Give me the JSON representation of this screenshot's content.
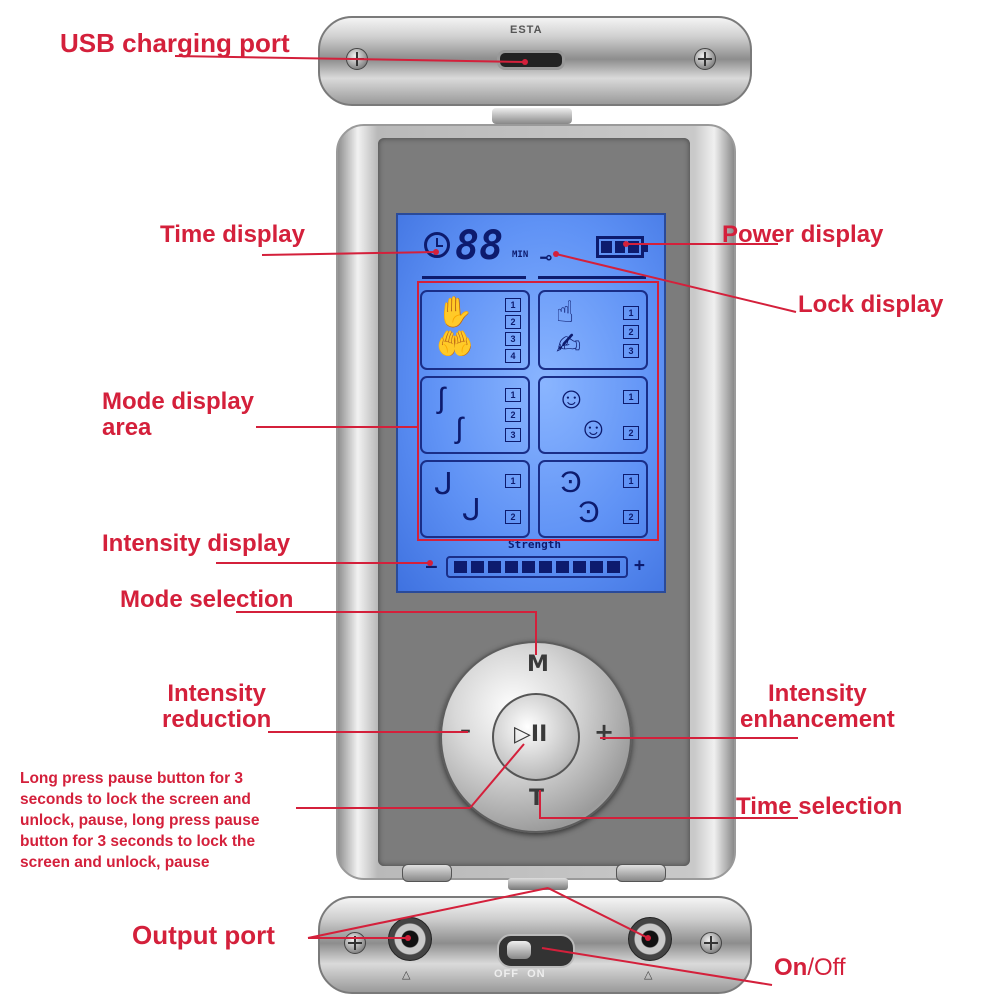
{
  "labels": {
    "usb_port": "USB charging port",
    "time_display": "Time display",
    "power_display": "Power display",
    "lock_display": "Lock display",
    "mode_display_area": "Mode display\narea",
    "intensity_display": "Intensity display",
    "mode_selection": "Mode selection",
    "intensity_reduction": "Intensity\nreduction",
    "intensity_enhancement": "Intensity\nenhancement",
    "long_press_note": "Long press pause button for 3\nseconds to lock the screen and\nunlock, pause, long press pause\nbutton for 3 seconds to lock the\nscreen and unlock, pause",
    "time_selection": "Time selection",
    "output_port": "Output port",
    "on_label": "On",
    "off_label": "/Off"
  },
  "lcd": {
    "time_digits": "88",
    "time_unit": "MIN",
    "strength_label": "Strength",
    "minus": "–",
    "plus": "+",
    "mode_panels": [
      {
        "numbers": [
          "1",
          "2",
          "3",
          "4"
        ],
        "icon": "hand-massage-icon"
      },
      {
        "numbers": [
          "1",
          "2",
          "3"
        ],
        "icon": "finger-press-icon"
      },
      {
        "numbers": [
          "1",
          "2",
          "3"
        ],
        "icon": "stomach-icon"
      },
      {
        "numbers": [
          "1",
          "2"
        ],
        "icon": "head-icon"
      },
      {
        "numbers": [
          "1",
          "2"
        ],
        "icon": "foot-icon"
      },
      {
        "numbers": [
          "1",
          "2"
        ],
        "icon": "ear-icon"
      }
    ],
    "strength_segments": 10
  },
  "buttons": {
    "mode": "M",
    "minus": "–",
    "plus": "+",
    "play_pause": "▷II",
    "time": "T"
  },
  "switch_engraving": "OFF  ON",
  "colors": {
    "label_red": "#d4203b",
    "lcd_blue": "#5f92f5",
    "lcd_ink": "#0d1b6e"
  }
}
